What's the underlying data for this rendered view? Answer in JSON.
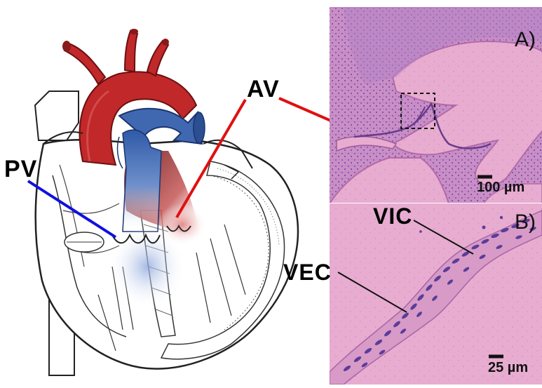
{
  "labels": {
    "pv": "PV",
    "av": "AV",
    "vic": "VIC",
    "vec": "VEC",
    "panel_a": "A)",
    "panel_b": "B)"
  },
  "scalebars": {
    "a": "100 µm",
    "b": "25 µm"
  },
  "colors": {
    "aorta_red": "#c0282a",
    "pulmonary_blue": "#3f68b0",
    "pv_line": "#1010e0",
    "av_line": "#e01010",
    "histology_pink": "#e7a6cd",
    "histology_purple": "#9a6ab5"
  }
}
